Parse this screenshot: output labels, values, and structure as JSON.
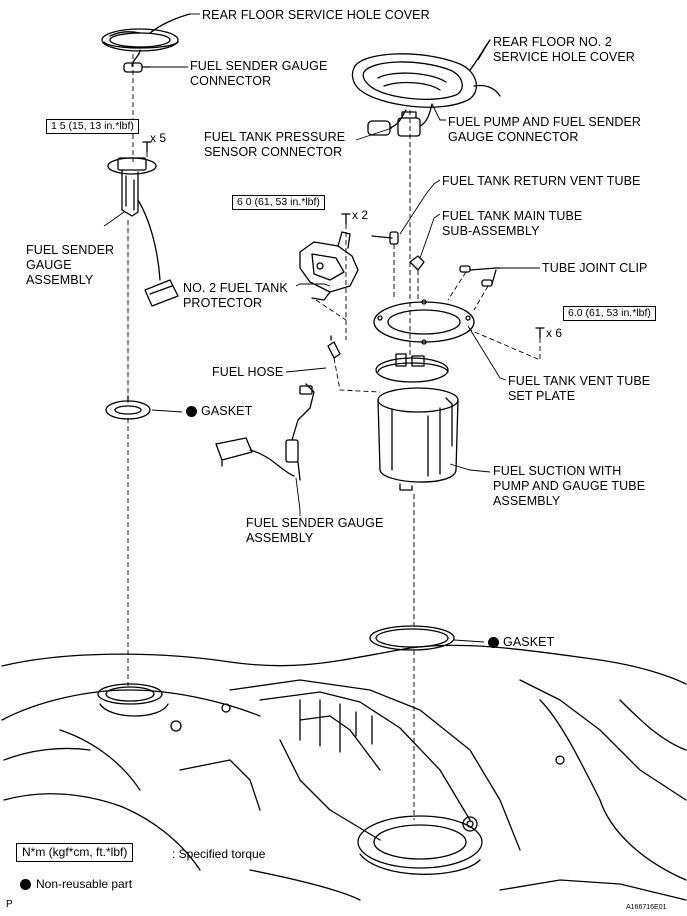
{
  "labels": {
    "rear_floor_service_hole_cover": "REAR FLOOR SERVICE HOLE COVER",
    "fuel_sender_gauge_connector": [
      "FUEL SENDER GAUGE",
      "CONNECTOR"
    ],
    "rear_floor_no2_service_hole_cover": [
      "REAR FLOOR NO. 2",
      "SERVICE HOLE COVER"
    ],
    "fuel_pump_and_sender_gauge_connector": [
      "FUEL PUMP AND FUEL SENDER",
      "GAUGE CONNECTOR"
    ],
    "fuel_tank_pressure_sensor_connector": [
      "FUEL TANK PRESSURE",
      "SENSOR CONNECTOR"
    ],
    "fuel_tank_return_vent_tube": "FUEL TANK RETURN VENT TUBE",
    "fuel_tank_main_tube": [
      "FUEL TANK MAIN TUBE",
      "SUB-ASSEMBLY"
    ],
    "fuel_sender_gauge_assembly_left": [
      "FUEL SENDER",
      "GAUGE",
      "ASSEMBLY"
    ],
    "tube_joint_clip": "TUBE JOINT CLIP",
    "no2_fuel_tank_protector": [
      "NO. 2 FUEL TANK",
      "PROTECTOR"
    ],
    "fuel_hose": "FUEL HOSE",
    "fuel_tank_vent_tube_set_plate": [
      "FUEL TANK VENT TUBE",
      "SET PLATE"
    ],
    "gasket_upper": "GASKET",
    "fuel_suction_assembly": [
      "FUEL SUCTION WITH",
      "PUMP AND GAUGE TUBE",
      "ASSEMBLY"
    ],
    "fuel_sender_gauge_assembly_bottom": [
      "FUEL SENDER GAUGE",
      "ASSEMBLY"
    ],
    "gasket_lower": "GASKET"
  },
  "torques": {
    "sender_gauge_bolts": "1 5 (15, 13 in.*lbf)",
    "protector_bolts": "6 0 (61, 53 in.*lbf)",
    "set_plate_bolts": "6.0 (61, 53 in.*lbf)"
  },
  "multipliers": {
    "sender_gauge_bolts": "x 5",
    "protector_bolts": "x 2",
    "set_plate_bolts": "x 6"
  },
  "legend": {
    "torque_box": "N*m (kgf*cm, ft.*lbf)",
    "torque_desc": ": Specified torque",
    "nonreusable_desc": "Non-reusable part"
  },
  "footer": {
    "left_mark": "P",
    "figure_code": "A166716E01"
  }
}
